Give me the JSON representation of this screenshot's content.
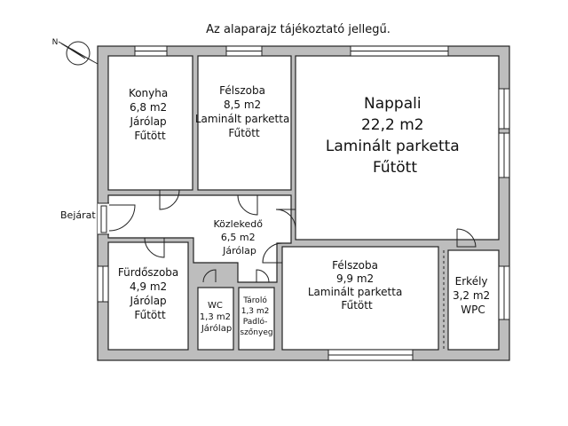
{
  "note": "Az alaparajz tájékoztató jellegű.",
  "compass": {
    "label": "N",
    "icon": "north-arrow-icon"
  },
  "entrance": "Bejárat",
  "rooms": {
    "konyha": {
      "lines": [
        "Konyha",
        "6,8 m2",
        "Járólap",
        "Fűtött"
      ]
    },
    "felszoba1": {
      "lines": [
        "Félszoba",
        "8,5 m2",
        "Laminált parketta",
        "Fűtött"
      ]
    },
    "nappali": {
      "lines": [
        "Nappali",
        "22,2 m2",
        "Laminált parketta",
        "Fűtött"
      ]
    },
    "kozlekedo": {
      "lines": [
        "Közlekedő",
        "6,5 m2",
        "Járólap"
      ]
    },
    "furdo": {
      "lines": [
        "Fürdőszoba",
        "4,9 m2",
        "Járólap",
        "Fűtött"
      ]
    },
    "wc": {
      "lines": [
        "WC",
        "1,3 m2",
        "Járólap"
      ]
    },
    "tarolo": {
      "lines": [
        "Tároló",
        "1,3 m2",
        "Padló-",
        "szőnyeg"
      ]
    },
    "felszoba2": {
      "lines": [
        "Félszoba",
        "9,9 m2",
        "Laminált parketta",
        "Fűtött"
      ]
    },
    "erkely": {
      "lines": [
        "Erkély",
        "3,2 m2",
        "WPC"
      ]
    }
  },
  "colors": {
    "wall": "#bdbdbd",
    "line": "#222222"
  }
}
